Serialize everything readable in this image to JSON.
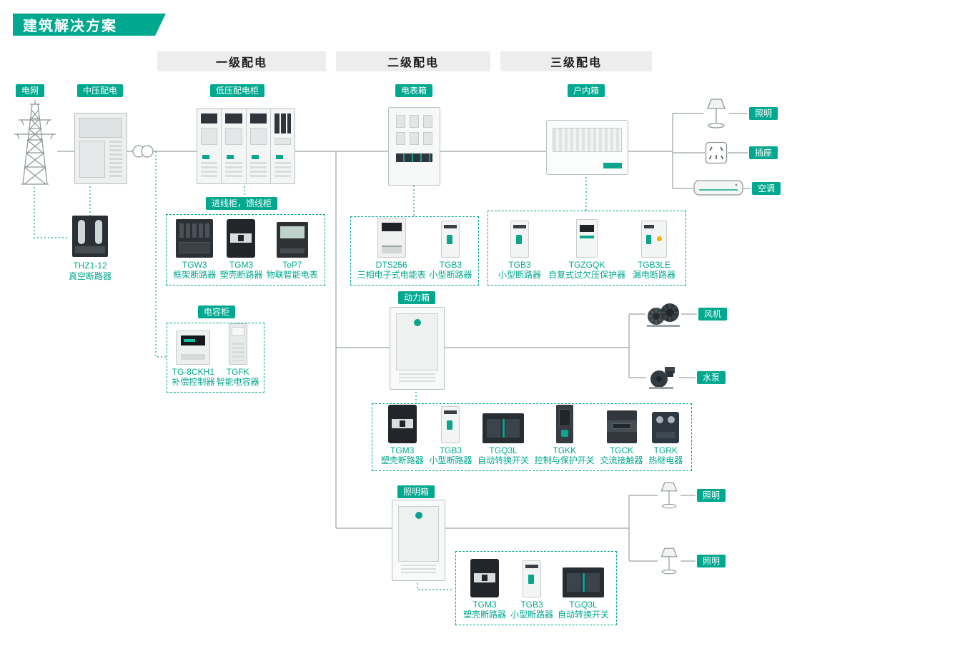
{
  "page": {
    "title": "建筑解决方案"
  },
  "colors": {
    "accent": "#00A88F",
    "line": "#9aa3a3"
  },
  "headers": [
    "一级配电",
    "二级配电",
    "三级配电"
  ],
  "labels": {
    "grid": "电网",
    "mv": "中压配电",
    "lv": "低压配电柜",
    "meter_box": "电表箱",
    "indoor_box": "户内箱",
    "incoming": "进线柜，馈线柜",
    "capacitor": "电容柜",
    "power_box": "动力箱",
    "lighting_box": "照明箱"
  },
  "loads": {
    "lighting_top": "照明",
    "socket": "插座",
    "aircon": "空调",
    "fan": "风机",
    "pump": "水泵",
    "lighting_mid": "照明",
    "lighting_bottom": "照明"
  },
  "vacuum_breaker": {
    "model": "THZ1-12",
    "desc": "真空断路器"
  },
  "groups": {
    "incoming": [
      {
        "model": "TGW3",
        "desc": "框架断路器"
      },
      {
        "model": "TGM3",
        "desc": "塑壳断路器"
      },
      {
        "model": "TeP7",
        "desc": "物联智能电表"
      }
    ],
    "meter": [
      {
        "model": "DTS256",
        "desc": "三相电子式电能表"
      },
      {
        "model": "TGB3",
        "desc": "小型断路器"
      }
    ],
    "indoor": [
      {
        "model": "TGB3",
        "desc": "小型断路器"
      },
      {
        "model": "TGZGQK",
        "desc": "自复式过欠压保护器"
      },
      {
        "model": "TGB3LE",
        "desc": "漏电断路器"
      }
    ],
    "capacitor": [
      {
        "model": "TG-8CKH1",
        "desc": "补偿控制器"
      },
      {
        "model": "TGFK",
        "desc": "智能电容器"
      }
    ],
    "power": [
      {
        "model": "TGM3",
        "desc": "塑壳断路器"
      },
      {
        "model": "TGB3",
        "desc": "小型断路器"
      },
      {
        "model": "TGQ3L",
        "desc": "自动转换开关"
      },
      {
        "model": "TGKK",
        "desc": "控制与保护开关"
      },
      {
        "model": "TGCK",
        "desc": "交流接触器"
      },
      {
        "model": "TGRK",
        "desc": "热继电器"
      }
    ],
    "lighting": [
      {
        "model": "TGM3",
        "desc": "塑壳断路器"
      },
      {
        "model": "TGB3",
        "desc": "小型断路器"
      },
      {
        "model": "TGQ3L",
        "desc": "自动转换开关"
      }
    ]
  }
}
